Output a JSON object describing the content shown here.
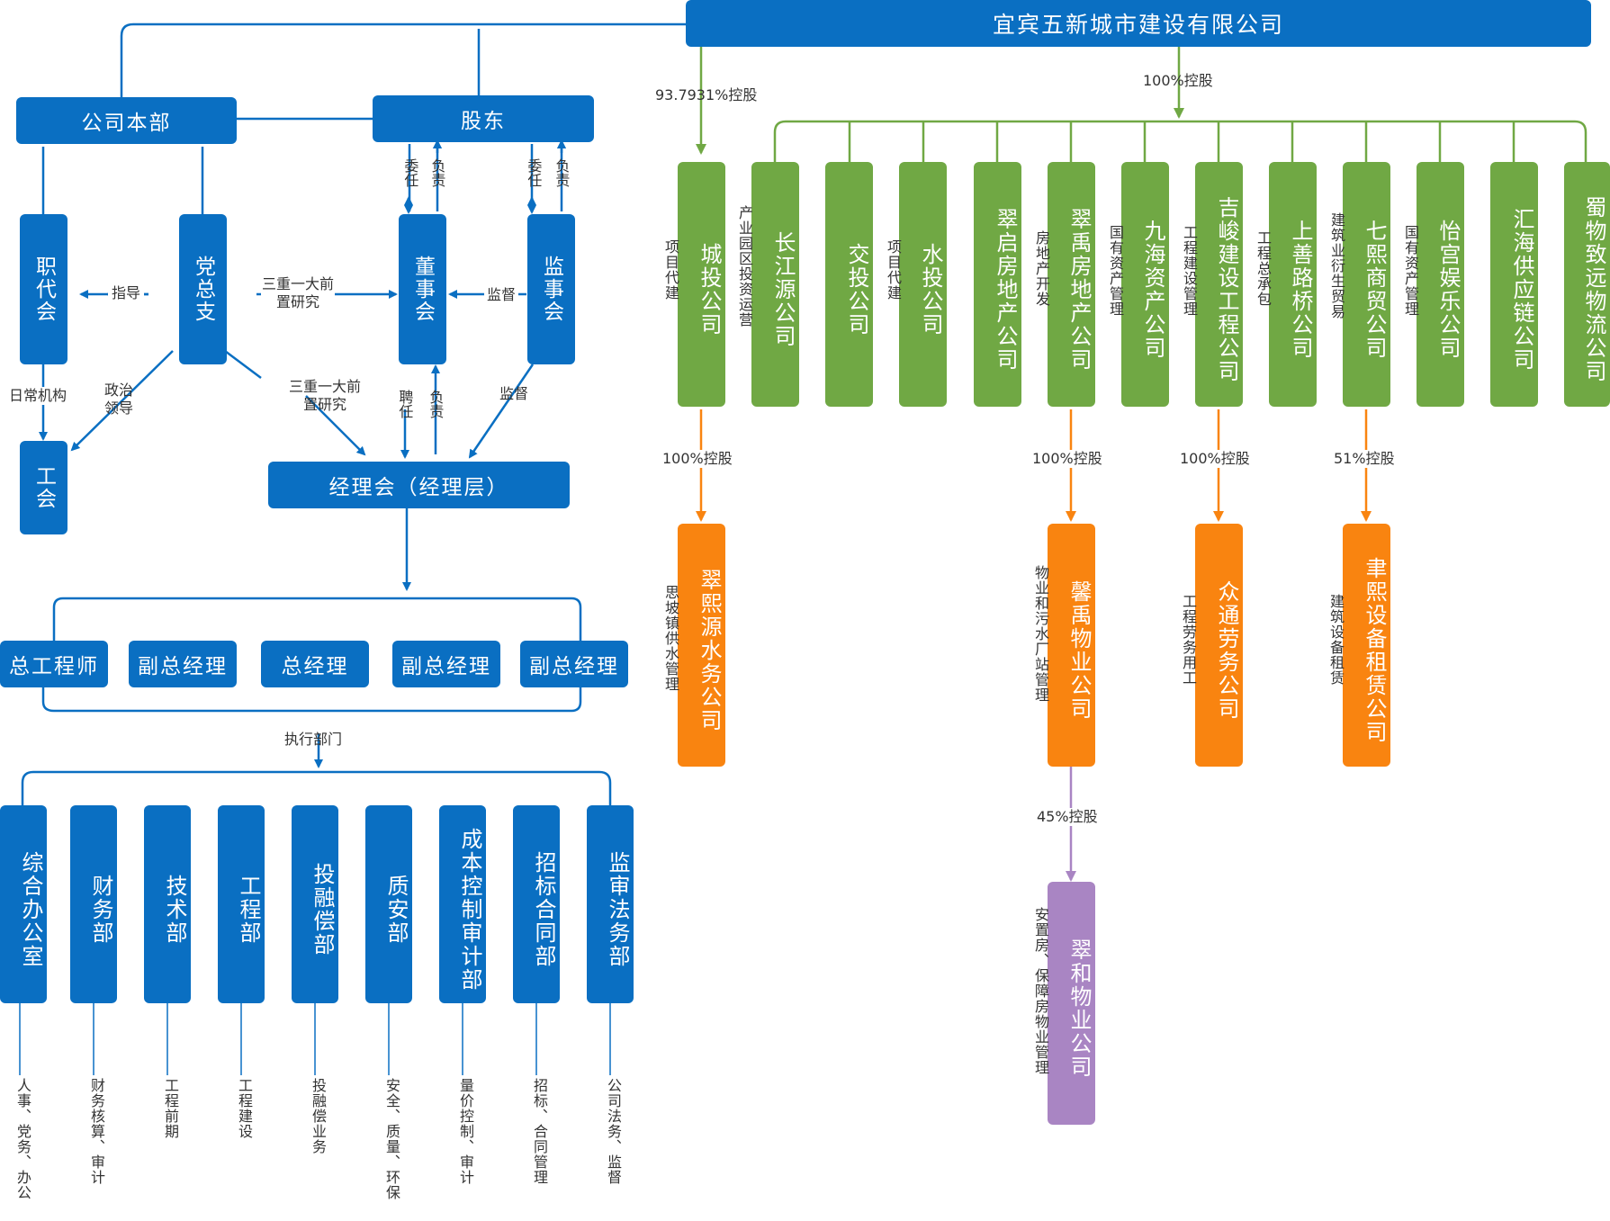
{
  "top": {
    "title": "宜宾五新城市建设有限公司"
  },
  "hq": {
    "company_hq": "公司本部",
    "shareholders": "股东",
    "workers_congress": "职代会",
    "party_branch": "党总支",
    "board": "董事会",
    "supervisory_board": "监事会",
    "union": "工会",
    "managers": "经理会（经理层）"
  },
  "hq_labels": {
    "guide": "指导",
    "daily_org": "日常机构",
    "political": "政治领导",
    "three_one_big_a": "三重一大前置研究",
    "three_one_big_b": "三重一大前置研究",
    "appoint_1": "委任",
    "resp_1": "负责",
    "appoint_2": "委任",
    "resp_2": "负责",
    "supervise_1": "监督",
    "supervise_2": "监督",
    "hire": "聘任",
    "resp_3": "负责",
    "exec_dept": "执行部门"
  },
  "managers_row": [
    "总工程师",
    "副总经理",
    "总经理",
    "副总经理",
    "副总经理"
  ],
  "departments": [
    {
      "name": "综合办公室",
      "duty": "人事、党务、办公"
    },
    {
      "name": "财务部",
      "duty": "财务核算、审计"
    },
    {
      "name": "技术部",
      "duty": "工程前期"
    },
    {
      "name": "工程部",
      "duty": "工程建设"
    },
    {
      "name": "投融偿部",
      "duty": "投融偿业务"
    },
    {
      "name": "质安部",
      "duty": "安全、质量、环保"
    },
    {
      "name": "成本控制审计部",
      "duty": "量价控制、审计"
    },
    {
      "name": "招标合同部",
      "duty": "招标、合同管理"
    },
    {
      "name": "监审法务部",
      "duty": "公司法务、监督"
    }
  ],
  "holdings": {
    "city_share": "93.7931%控股",
    "sub_share": "100%控股"
  },
  "subsidiaries": [
    {
      "name": "城投公司",
      "duty": "项目代建"
    },
    {
      "name": "长江源公司",
      "duty": "产业园区投资运营"
    },
    {
      "name": "交投公司",
      "duty": "项目代建"
    },
    {
      "name": "水投公司",
      "duty": ""
    },
    {
      "name": "翠启房地产公司",
      "duty": "房地产开发"
    },
    {
      "name": "翠禹房地产公司",
      "duty": "国有资产管理"
    },
    {
      "name": "九海资产公司",
      "duty": "工程建设管理"
    },
    {
      "name": "吉峻建设工程公司",
      "duty": "工程总承包"
    },
    {
      "name": "上善路桥公司",
      "duty": "建筑业衍生贸易"
    },
    {
      "name": "七熙商贸公司",
      "duty": "国有资产管理"
    },
    {
      "name": "怡宫娱乐公司",
      "duty": ""
    },
    {
      "name": "汇海供应链公司",
      "duty": ""
    },
    {
      "name": "蜀物致远物流公司",
      "duty": ""
    }
  ],
  "second_level": [
    {
      "name": "翠熙源水务公司",
      "duty": "思坡镇供水管理",
      "share": "100%控股"
    },
    {
      "name": "馨禹物业公司",
      "duty": "物业和污水厂站管理",
      "share": "100%控股"
    },
    {
      "name": "众通劳务公司",
      "duty": "工程劳务用工",
      "share": "100%控股"
    },
    {
      "name": "聿熙设备租赁公司",
      "duty": "建筑设备租赁",
      "share": "51%控股"
    }
  ],
  "third_level": {
    "name": "翠和物业公司",
    "duty": "安置房、保障房物业管理",
    "share": "45%控股"
  },
  "colors": {
    "blue": "#0a6fc2",
    "green": "#70a844",
    "orange": "#f98410",
    "purple": "#a985c3"
  }
}
